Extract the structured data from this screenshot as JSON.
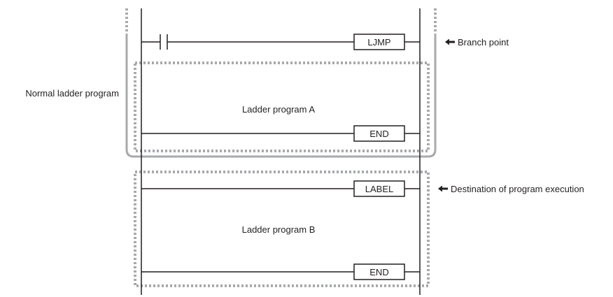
{
  "labels": {
    "normal_ladder_program": "Normal ladder program",
    "program_a": "Ladder program A",
    "program_b": "Ladder program B",
    "branch_point": "Branch point",
    "destination": "Destination of program execution"
  },
  "instructions": {
    "ljmp": "LJMP",
    "end_a": "END",
    "label": "LABEL",
    "end_b": "END"
  },
  "icons": {
    "branch_point_arrow": "left-arrow-icon",
    "destination_arrow": "left-arrow-icon"
  },
  "colors": {
    "line": "#231f20",
    "frame_gray": "#a7a9ac",
    "dotted_gray": "#a7a9ac"
  }
}
